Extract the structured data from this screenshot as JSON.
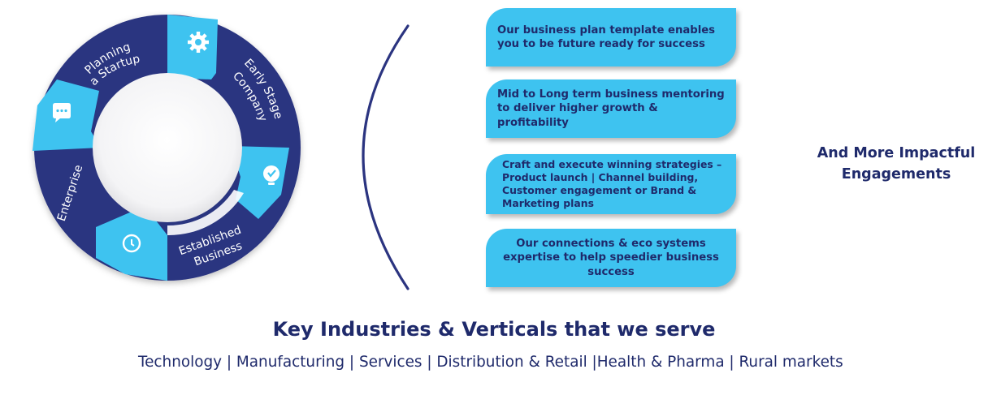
{
  "cycle": {
    "stages": [
      "Planning\na Startup",
      "Early Stage\nCompany",
      "Established\nBusiness",
      "Enterprise"
    ],
    "icons": [
      "gear-icon",
      "lightbulb-icon",
      "clock-icon",
      "chat-bubble-icon"
    ]
  },
  "services": [
    "Our business plan template enables you to be future ready for success",
    "Mid to Long term business mentoring to deliver higher growth & profitability",
    "Craft and execute winning strategies – Product launch | Channel building, Customer engagement or Brand & Marketing plans",
    "Our connections & eco systems expertise to help speedier business success"
  ],
  "more_engagements": "And More Impactful Engagements",
  "industries": {
    "heading": "Key Industries & Verticals that we serve",
    "list": "Technology | Manufacturing | Services | Distribution & Retail |Health & Pharma | Rural markets"
  },
  "colors": {
    "navy": "#1f2a6b",
    "dark_blue": "#2b3480",
    "cyan": "#3ec3f0"
  }
}
